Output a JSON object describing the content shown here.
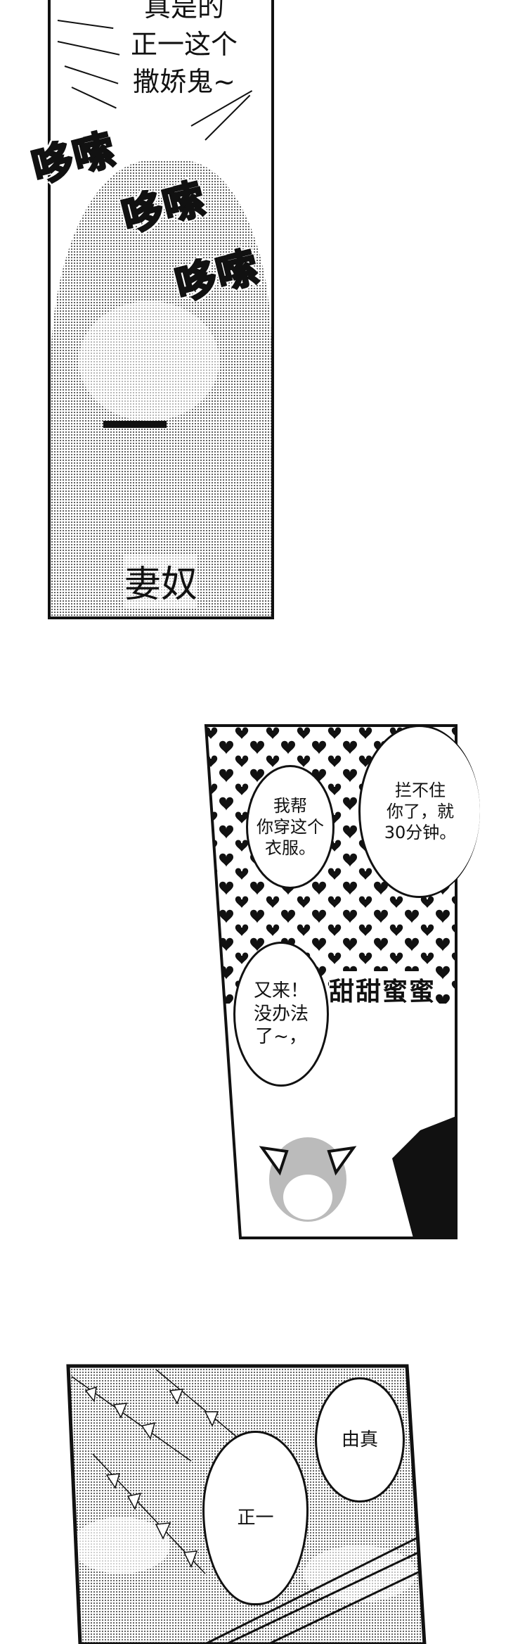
{
  "panel1": {
    "narration_lines": [
      "真是的",
      "正一这个",
      "撒娇鬼~"
    ],
    "sfx": [
      "哆嗦",
      "哆嗦",
      "哆嗦"
    ],
    "caption": "妻奴"
  },
  "panel2": {
    "bubble_left": "我帮\n你穿这个\n衣服。",
    "bubble_right": "拦不住\n你了，就\n30分钟。",
    "bubble_bottom": "又来！\n没办法\n了~，",
    "sfx": "甜甜蜜蜜"
  },
  "panel3": {
    "bubble_left": "正一",
    "bubble_right": "由真"
  }
}
